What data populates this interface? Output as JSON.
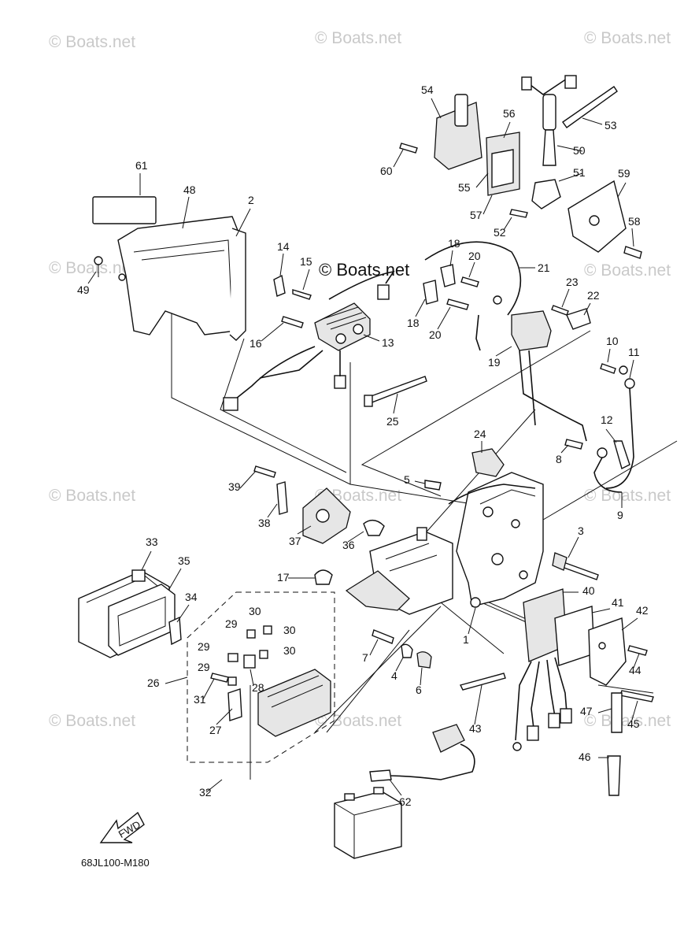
{
  "watermark": "© Boats.net",
  "diagram_code": "68JL100-M180",
  "fwd_label": "FWD",
  "callouts": [
    "1",
    "2",
    "3",
    "4",
    "5",
    "6",
    "7",
    "8",
    "9",
    "10",
    "11",
    "12",
    "13",
    "14",
    "15",
    "16",
    "17",
    "18",
    "18",
    "19",
    "20",
    "20",
    "21",
    "22",
    "23",
    "24",
    "25",
    "26",
    "27",
    "28",
    "29",
    "29",
    "29",
    "30",
    "30",
    "30",
    "31",
    "32",
    "33",
    "34",
    "35",
    "36",
    "37",
    "38",
    "39",
    "40",
    "41",
    "42",
    "43",
    "44",
    "45",
    "46",
    "47",
    "48",
    "49",
    "50",
    "51",
    "52",
    "53",
    "54",
    "55",
    "56",
    "57",
    "58",
    "59",
    "60",
    "61",
    "62"
  ]
}
